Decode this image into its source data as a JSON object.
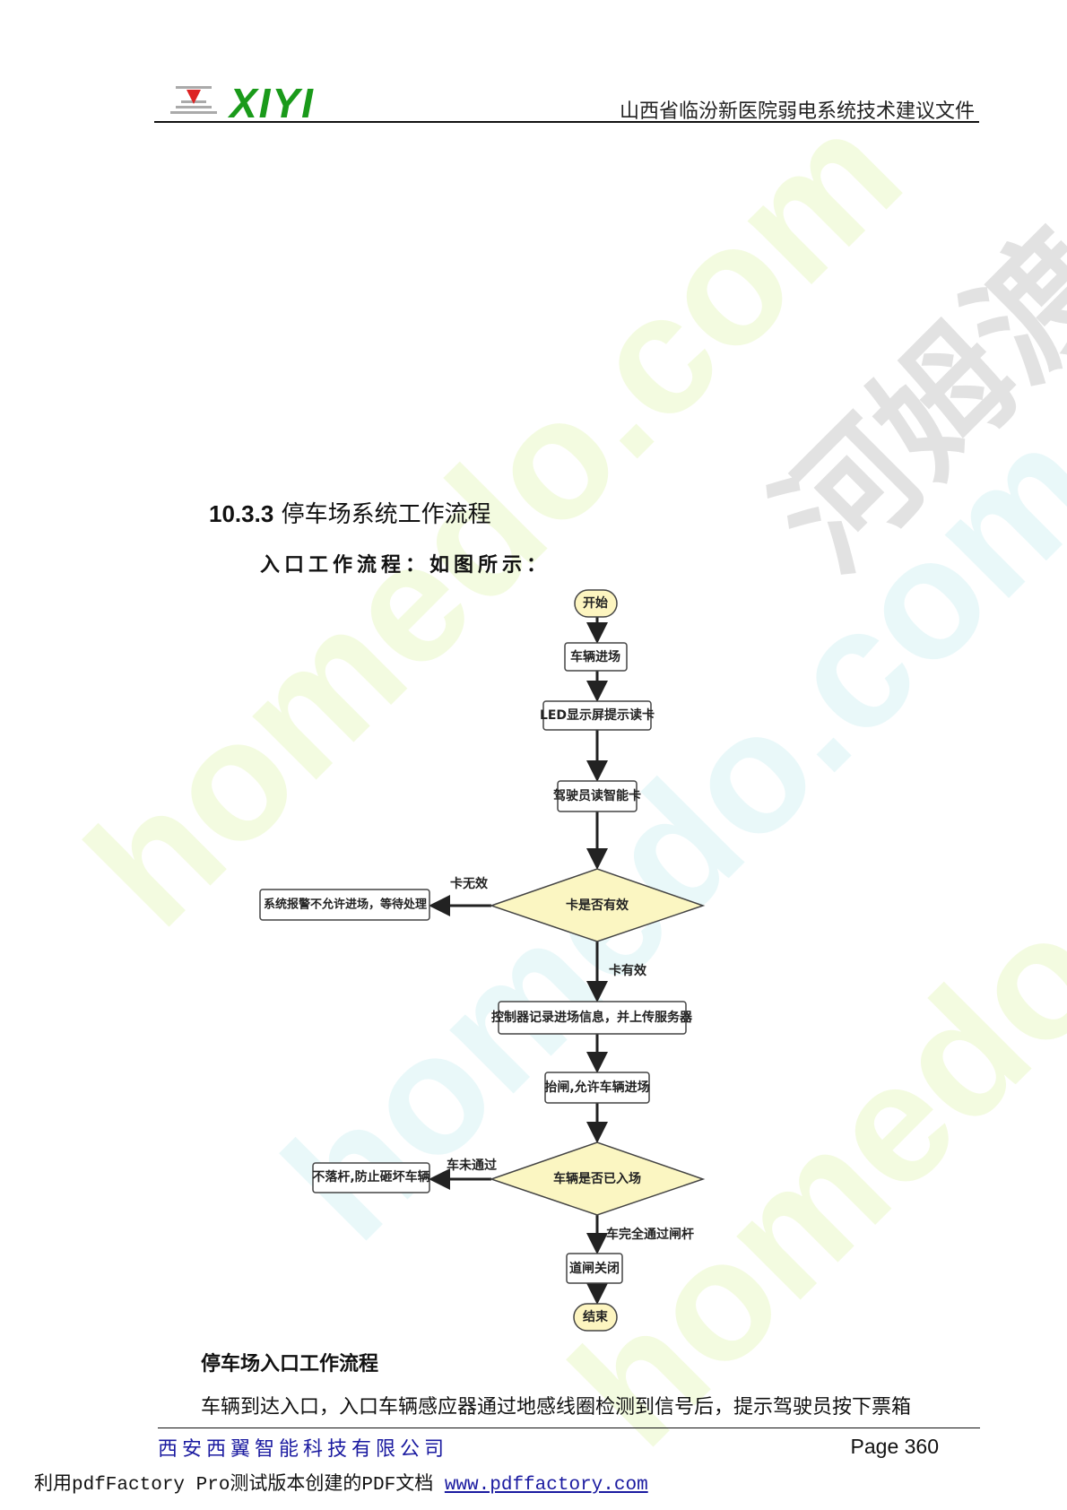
{
  "header": {
    "logo_text": "XIYI",
    "doc_title": "山西省临汾新医院弱电系统技术建议文件"
  },
  "watermarks": [
    "homedo.com",
    "homedo.com",
    "homedo.com",
    "河姆渡"
  ],
  "section": {
    "heading_number": "10.3.3",
    "heading_title": "停车场系统工作流程",
    "intro": "入口工作流程：如图所示："
  },
  "flowchart": {
    "start": "开始",
    "step1": "车辆进场",
    "step2": "LED显示屏提示读卡",
    "step3": "驾驶员读智能卡",
    "decision1": "卡是否有效",
    "d1_no_label": "卡无效",
    "d1_no_action": "系统报警不允许进场，等待处理",
    "d1_yes_label": "卡有效",
    "step4": "控制器记录进场信息，并上传服务器",
    "step5": "抬闸,允许车辆进场",
    "decision2": "车辆是否已入场",
    "d2_no_label": "车未通过",
    "d2_no_action": "不落杆,防止砸坏车辆",
    "d2_yes_label": "车完全通过闸杆",
    "step6": "道闸关闭",
    "end": "结束",
    "colors": {
      "terminal_fill": "#fdf5c0",
      "decision_fill": "#fbf6c2",
      "stroke": "#333333"
    }
  },
  "body": {
    "caption": "停车场入口工作流程",
    "paragraph": "车辆到达入口，入口车辆感应器通过地感线圈检测到信号后，提示驾驶员按下票箱"
  },
  "footer": {
    "company": "西安西翼智能科技有限公司",
    "page": "Page 360"
  },
  "pdf_notice": {
    "text": "利用pdfFactory Pro测试版本创建的PDF文档",
    "link": "www.pdffactory.com"
  }
}
